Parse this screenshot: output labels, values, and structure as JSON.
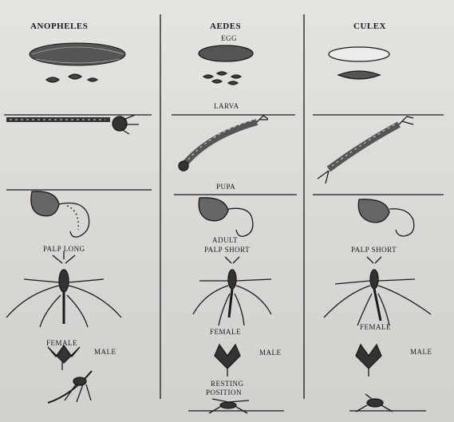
{
  "columns": {
    "anopheles": {
      "title": "ANOPHELES",
      "palp": "PALP LONG",
      "female": "FEMALE",
      "male": "MALE"
    },
    "aedes": {
      "title": "AEDES",
      "egg": "EGG",
      "larva": "LARVA",
      "pupa": "PUPA",
      "adult": "ADULT",
      "palp": "PALP SHORT",
      "female": "FEMALE",
      "male": "MALE",
      "resting_line1": "RESTING",
      "resting_line2": "POSITION"
    },
    "culex": {
      "title": "CULEX",
      "palp": "PALP SHORT",
      "female": "FEMALE",
      "male": "MALE"
    }
  },
  "colors": {
    "ink": "#1a1a1a",
    "paper": "#dcdad6"
  }
}
